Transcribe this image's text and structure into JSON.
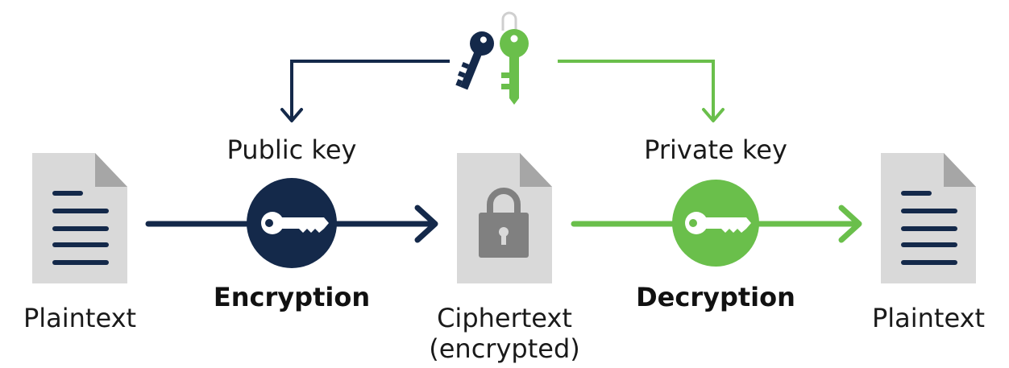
{
  "labels": {
    "plaintext_left": "Plaintext",
    "public_key": "Public key",
    "encryption": "Encryption",
    "ciphertext_line1": "Ciphertext",
    "ciphertext_line2": "(encrypted)",
    "private_key": "Private key",
    "decryption": "Decryption",
    "plaintext_right": "Plaintext"
  },
  "colors": {
    "navy": "#14294a",
    "green": "#6abf4b",
    "doc_gray": "#d9d9d9",
    "doc_fold": "#a6a6a6",
    "lock_gray": "#808080"
  },
  "icons": {
    "key_pair": "key-pair-icon",
    "public_key": "public-key-icon",
    "private_key": "private-key-icon",
    "document": "document-icon",
    "lock": "lock-icon"
  }
}
